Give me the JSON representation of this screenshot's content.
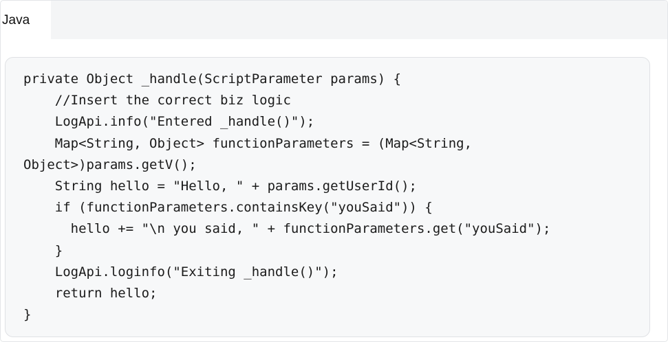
{
  "tabs": [
    {
      "label": "Java",
      "active": true
    }
  ],
  "code": {
    "language": "Java",
    "lines": [
      "private Object _handle(ScriptParameter params) {",
      "    //Insert the correct biz logic",
      "    LogApi.info(\"Entered _handle()\");",
      "    Map<String, Object> functionParameters = (Map<String,",
      "Object>)params.getV();",
      "    String hello = \"Hello, \" + params.getUserId();",
      "    if (functionParameters.containsKey(\"youSaid\")) {",
      "      hello += \"\\n you said, \" + functionParameters.get(\"youSaid\");",
      "    }",
      "    LogApi.loginfo(\"Exiting _handle()\");",
      "    return hello;",
      "}"
    ]
  },
  "colors": {
    "tabbar_bg": "#f4f5f6",
    "code_bg": "#f7f8f9",
    "code_border": "#dfe1e4",
    "text": "#1a1a1a"
  }
}
